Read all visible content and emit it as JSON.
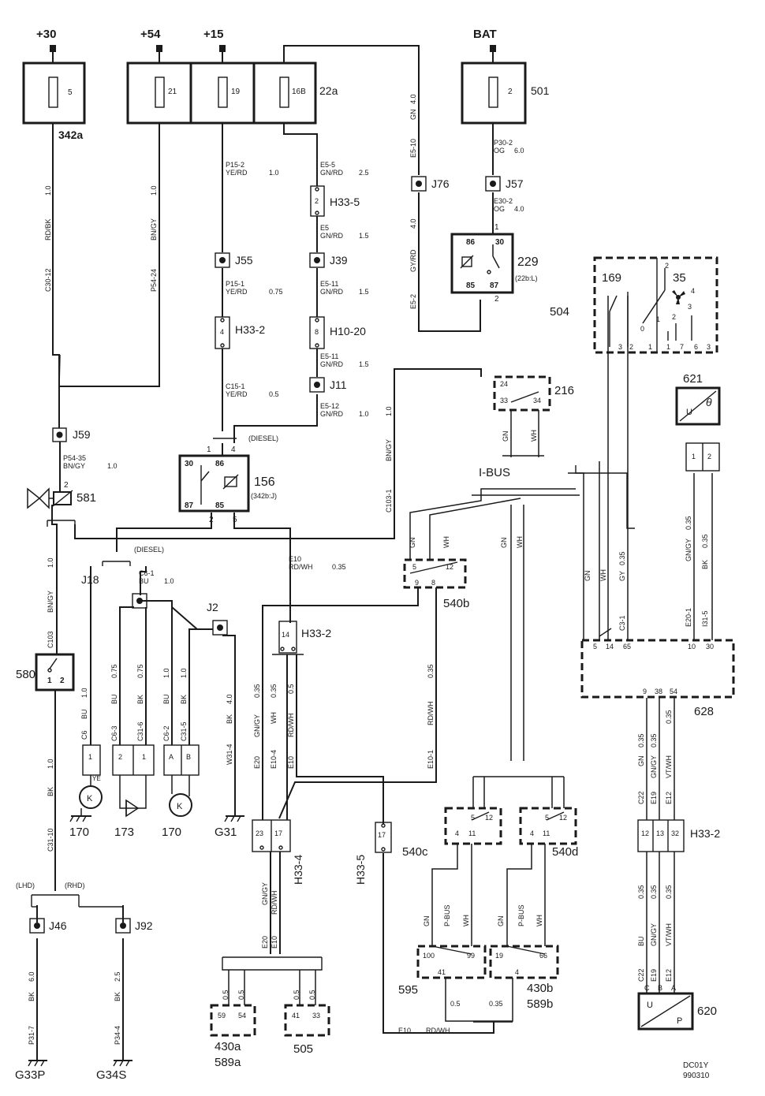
{
  "terminals": [
    "+30",
    "+54",
    "+15",
    "BAT"
  ],
  "fuses": [
    "5",
    "21",
    "19",
    "16B",
    "2"
  ],
  "fuse_boxes": [
    "342a",
    "22a",
    "501"
  ],
  "connectors": [
    "J59",
    "J18",
    "J2",
    "J55",
    "J39",
    "J11",
    "J76",
    "J57",
    "J46",
    "J92"
  ],
  "wires": {
    "p15_2": {
      "code": "P15-2",
      "color": "YE/RD",
      "size": "1.0"
    },
    "e5_5": {
      "code": "E5-5",
      "color": "GN/RD",
      "size": "2.5"
    },
    "e5": {
      "code": "E5",
      "color": "GN/RD",
      "size": "1.5"
    },
    "p15_1": {
      "code": "P15-1",
      "color": "YE/RD",
      "size": "0.75"
    },
    "e5_11a": {
      "code": "E5-11",
      "color": "GN/RD",
      "size": "1.5"
    },
    "e5_11b": {
      "code": "E5-11",
      "color": "GN/RD",
      "size": "1.5"
    },
    "c15_1": {
      "code": "C15-1",
      "color": "YE/RD",
      "size": "0.5"
    },
    "e5_12": {
      "code": "E5-12",
      "color": "GN/RD",
      "size": "1.0"
    },
    "p54_35": {
      "code": "P54-35",
      "color": "BN/GY",
      "size": "1.0"
    },
    "e10": {
      "code": "E10",
      "color": "RD/WH",
      "size": "0.35"
    },
    "c6_1": {
      "code": "C6-1",
      "color": "BU",
      "size": "1.0"
    },
    "p30_2": {
      "code": "P30-2",
      "color": "OG",
      "size": "6.0"
    },
    "e30_2": {
      "code": "E30-2",
      "color": "OG",
      "size": "4.0"
    }
  },
  "vertical_labels": {
    "c30_12": [
      "1.0",
      "RD/BK",
      "C30-12"
    ],
    "p54_24": [
      "1.0",
      "BN/GY",
      "P54-24"
    ],
    "e5_10": [
      "4.0",
      "GN",
      "E5-10"
    ],
    "e5_2": [
      "4.0",
      "GY/RD",
      "E5-2"
    ],
    "c103_1": [
      "1.0",
      "BN/GY",
      "C103-1"
    ],
    "c103": [
      "1.0",
      "BN/GY",
      "C103"
    ],
    "c31_10": [
      "1.0",
      "BK",
      "C31-10"
    ],
    "c6": [
      "1.0",
      "BU",
      "C6"
    ],
    "c6_3": [
      "0.75",
      "BU",
      "C6-3"
    ],
    "c31_6": [
      "0.75",
      "BK",
      "C31-6"
    ],
    "c6_2": [
      "1.0",
      "BU",
      "C6-2"
    ],
    "c31_5": [
      "1.0",
      "BK",
      "C31-5"
    ],
    "w31_4": [
      "4.0",
      "BK",
      "W31-4"
    ],
    "e20": [
      "0.35",
      "GN/GY",
      "E20"
    ],
    "e10_4": [
      "0.35",
      "WH",
      "E10-4"
    ],
    "e10v": [
      "0.5",
      "RD/WH",
      "E10"
    ],
    "e10_1": [
      "0.35",
      "RD/WH",
      "E10-1"
    ],
    "p31_7": [
      "6.0",
      "BK",
      "P31-7"
    ],
    "p34_4": [
      "2.5",
      "BK",
      "P34-4"
    ],
    "gn_wh_216": [
      "GN",
      "WH"
    ],
    "gn_wh_540b": [
      "GN",
      "WH"
    ],
    "gn_wh_mid": [
      "GN",
      "WH"
    ],
    "gn_wh_gy_628": [
      "GN",
      "WH",
      "GY",
      "0.35",
      "C3-1"
    ],
    "gngy_bk_621": [
      "0.35",
      "GN/GY",
      "E20-1",
      "0.35",
      "BK",
      "I31-5"
    ],
    "c22_e19_e12": [
      "0.35",
      "GN",
      "C22",
      "0.35",
      "GN/GY",
      "E19",
      "0.35",
      "VT/WH",
      "E12"
    ],
    "c22_e19_e12_b": [
      "0.35",
      "BU",
      "C22",
      "0.35",
      "GN/GY",
      "E19",
      "0.35",
      "VT/WH",
      "E12"
    ],
    "e20_e10_low": [
      "GN/GY",
      "RD/WH",
      "E20",
      "E10"
    ],
    "pbus_595": [
      "GN",
      "P-BUS",
      "WH"
    ],
    "pbus_430b": [
      "GN",
      "P-BUS",
      "WH"
    ]
  },
  "components": {
    "c156": {
      "id": "156",
      "sub": "(342b:J)",
      "pins": [
        "30",
        "86",
        "87",
        "85",
        "1",
        "4",
        "2",
        "5"
      ]
    },
    "c229": {
      "id": "229",
      "sub": "(22b:L)",
      "pins": [
        "86",
        "30",
        "85",
        "87",
        "1",
        "2"
      ]
    },
    "c581": {
      "id": "581",
      "pin": "2"
    },
    "c580": {
      "id": "580",
      "pins": [
        "1",
        "2"
      ]
    },
    "c504": {
      "id": "504"
    },
    "c169": {
      "id": "169"
    },
    "c35": {
      "id": "35",
      "pins": [
        "2",
        "0",
        "1",
        "2",
        "3",
        "4",
        "3",
        "2",
        "1",
        "1",
        "7",
        "6",
        "3"
      ]
    },
    "c621": {
      "id": "621",
      "pins": [
        "U",
        "θ",
        "1",
        "2"
      ]
    },
    "c216": {
      "id": "216",
      "pins": [
        "24",
        "33",
        "34"
      ]
    },
    "c540b": {
      "id": "540b",
      "pins": [
        "5",
        "12",
        "9",
        "8"
      ]
    },
    "c628": {
      "id": "628",
      "pins": [
        "5",
        "14",
        "65",
        "10",
        "30",
        "9",
        "38",
        "54"
      ]
    },
    "c540c": {
      "id": "540c",
      "pins": [
        "5",
        "12",
        "4",
        "11"
      ]
    },
    "c540d": {
      "id": "540d",
      "pins": [
        "5",
        "12",
        "4",
        "11"
      ]
    },
    "c595": {
      "id": "595",
      "pins": [
        "100",
        "99",
        "41"
      ]
    },
    "c430b": {
      "id": "430b",
      "sub": "589b",
      "pins": [
        "19",
        "66",
        "4"
      ]
    },
    "c430a": {
      "id": "430a",
      "sub": "589a",
      "pins": [
        "59",
        "54",
        "0.5",
        "0.5"
      ]
    },
    "c505": {
      "id": "505",
      "pins": [
        "41",
        "33",
        "0.5",
        "0.5"
      ]
    },
    "c620": {
      "id": "620",
      "pins": [
        "U",
        "P",
        "C",
        "B",
        "A"
      ]
    },
    "c170a": {
      "id": "170",
      "pins": [
        "1",
        "YE",
        "K"
      ]
    },
    "c173": {
      "id": "173",
      "pins": [
        "2",
        "1"
      ]
    },
    "c170b": {
      "id": "170",
      "pins": [
        "A",
        "B",
        "K"
      ]
    }
  },
  "harness": {
    "h33_5a": {
      "id": "H33-5",
      "pin": "2"
    },
    "h33_2a": {
      "id": "H33-2",
      "pin": "4"
    },
    "h10_20": {
      "id": "H10-20",
      "pin": "8"
    },
    "h33_2b": {
      "id": "H33-2",
      "pin": "14"
    },
    "h33_4": {
      "id": "H33-4",
      "pins": [
        "23",
        "17"
      ]
    },
    "h33_5b": {
      "id": "H33-5",
      "pin": "17"
    },
    "h33_2c": {
      "id": "H33-2",
      "pins": [
        "12",
        "13",
        "32"
      ]
    }
  },
  "grounds": [
    "G31",
    "G33P",
    "G34S"
  ],
  "annotations": {
    "diesel_top": "(DIESEL)",
    "diesel_mid": "(DIESEL)",
    "lhd": "(LHD)",
    "rhd": "(RHD)",
    "ibus": "I-BUS",
    "e10_bottom": "E10",
    "rdwh_bottom": "RD/WH",
    "v05": "0.5",
    "v035": "0.35"
  },
  "footer": {
    "code": "DC01Y",
    "date": "990310"
  }
}
